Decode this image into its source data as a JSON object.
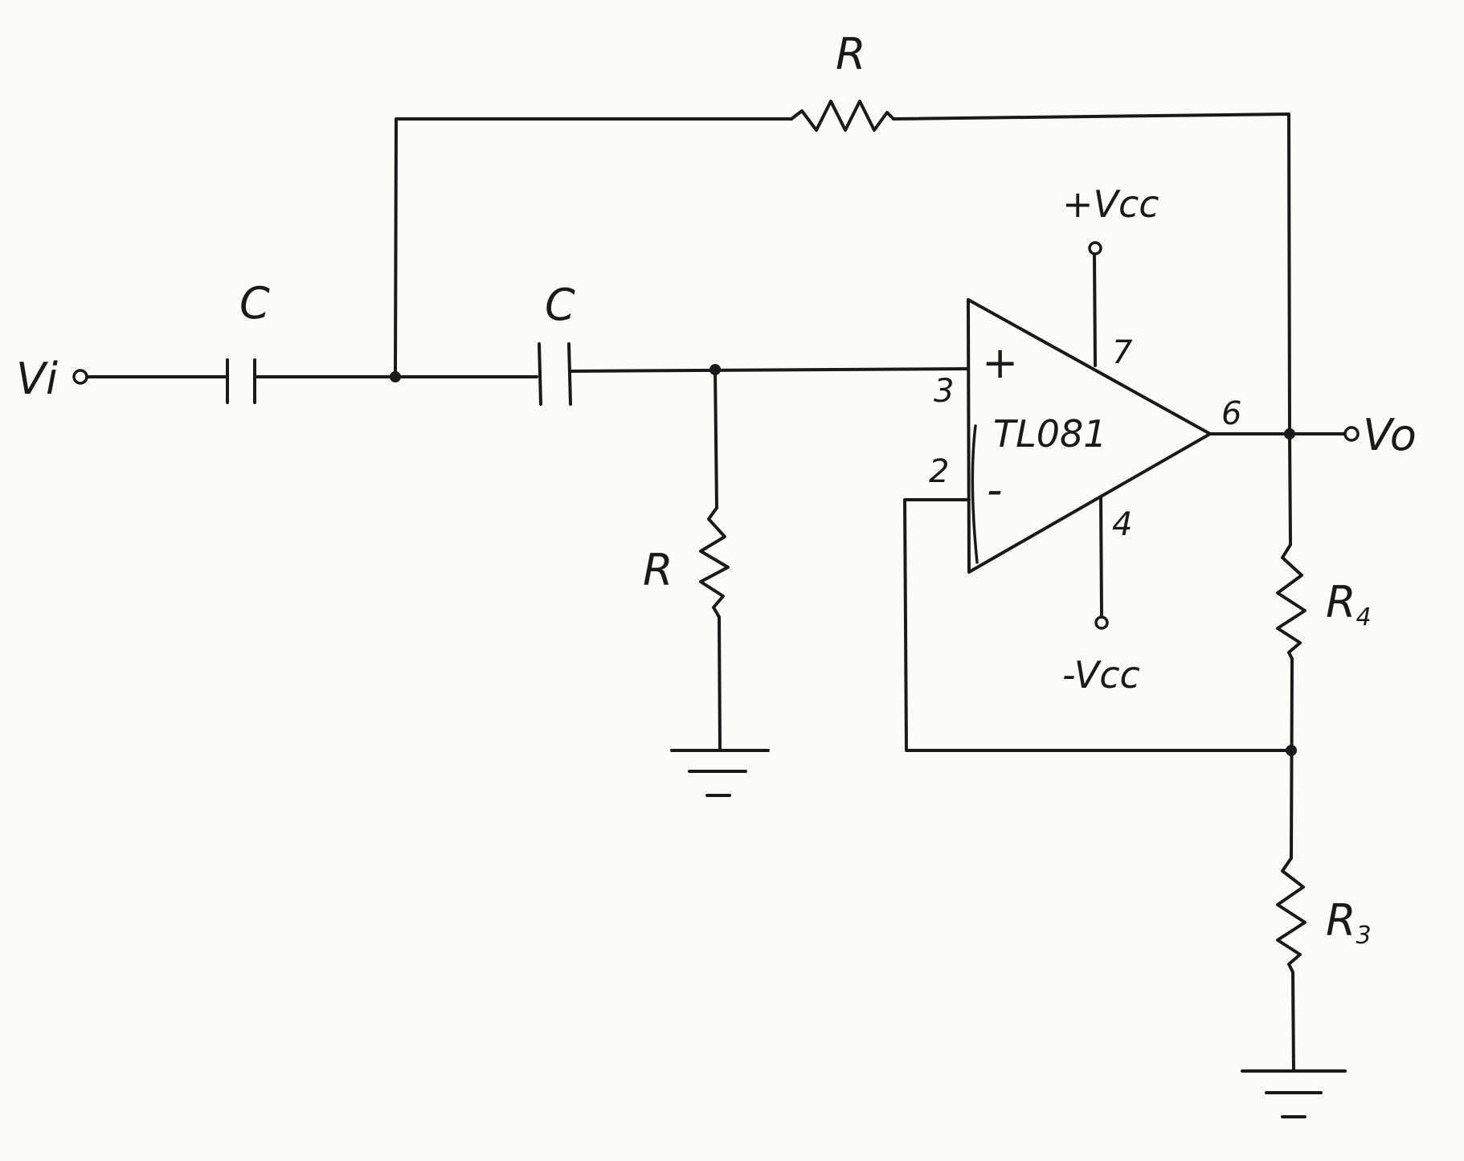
{
  "labels": {
    "input": "Vi",
    "output": "Vo",
    "feedback_resistor": "R",
    "shunt_resistor": "R",
    "capacitor_1": "C",
    "capacitor_2": "C",
    "r4_main": "R",
    "r4_sub": "4",
    "r3_main": "R",
    "r3_sub": "3",
    "opamp_name": "TL081",
    "plus_supply": "+Vcc",
    "minus_supply": "-Vcc",
    "plus_sign": "+",
    "minus_sign": "-",
    "pin_noninv": "3",
    "pin_inv": "2",
    "pin_out": "6",
    "pin_vplus": "7",
    "pin_vminus": "4"
  }
}
